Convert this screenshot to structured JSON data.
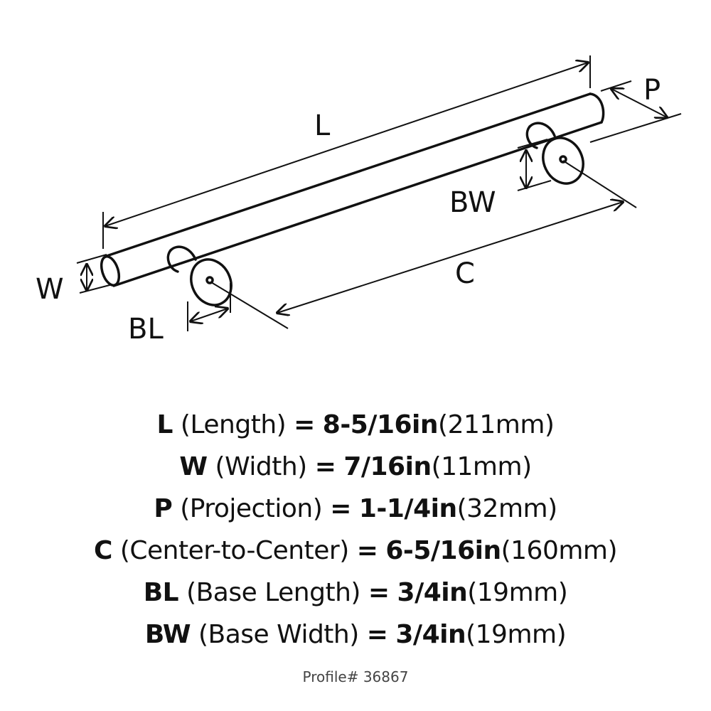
{
  "diagram": {
    "labels": {
      "L": "L",
      "W": "W",
      "P": "P",
      "C": "C",
      "BL": "BL",
      "BW": "BW"
    }
  },
  "specs": [
    {
      "key": "L",
      "name": "(Length)",
      "eq": "=",
      "imperial": "8-5/16in",
      "metric": "(211mm)"
    },
    {
      "key": "W",
      "name": "(Width)",
      "eq": "=",
      "imperial": "7/16in",
      "metric": "(11mm)"
    },
    {
      "key": "P",
      "name": "(Projection)",
      "eq": "=",
      "imperial": "1-1/4in",
      "metric": "(32mm)"
    },
    {
      "key": "C",
      "name": "(Center-to-Center)",
      "eq": "=",
      "imperial": "6-5/16in",
      "metric": "(160mm)"
    },
    {
      "key": "BL",
      "name": "(Base Length)",
      "eq": "=",
      "imperial": "3/4in",
      "metric": "(19mm)"
    },
    {
      "key": "BW",
      "name": "(Base Width)",
      "eq": "=",
      "imperial": "3/4in",
      "metric": "(19mm)"
    }
  ],
  "profile": "Profile# 36867"
}
